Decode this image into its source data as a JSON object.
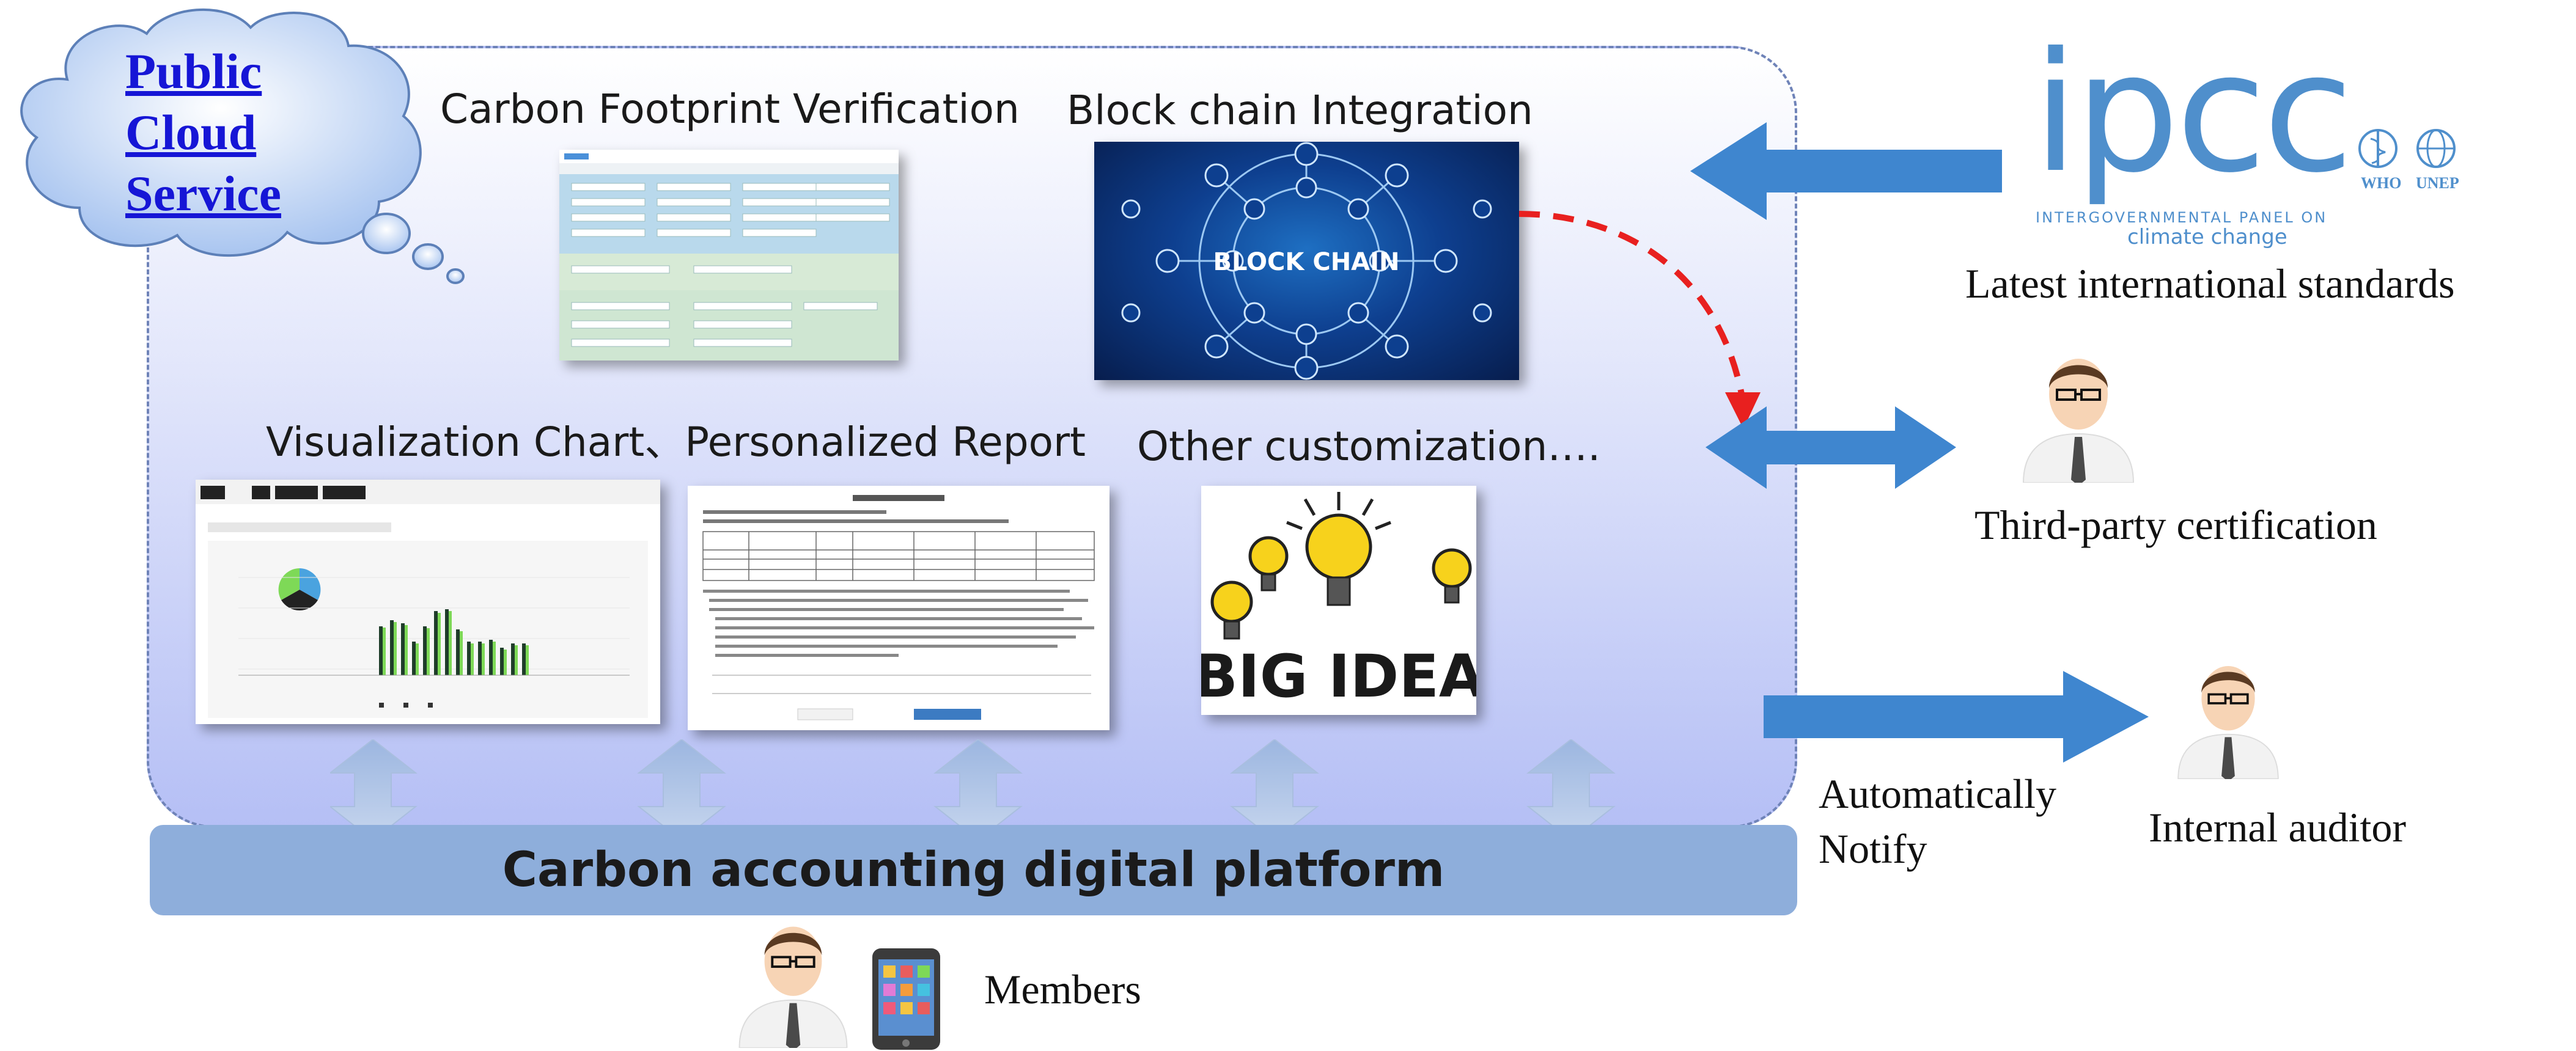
{
  "cloud": {
    "lines": [
      "Public",
      "Cloud",
      "Service"
    ]
  },
  "panel": {
    "carbon_footprint_label": "Carbon Footprint Verification",
    "blockchain_label": "Block chain Integration",
    "blockchain_image_text": "BLOCK CHAIN",
    "visualization_label": "Visualization Chart、Personalized Report",
    "other_label": "Other customization….",
    "idea_image_text": "BIG IDEA",
    "platform_label": "Carbon accounting digital platform"
  },
  "ipcc": {
    "logo_text": "ipcc",
    "subtitle_line1": "INTERGOVERNMENTAL PANEL ON",
    "subtitle_line2": "climate change",
    "who_label": "WHO",
    "unep_label": "UNEP",
    "caption": "Latest international standards"
  },
  "third_party": {
    "caption": "Third-party certification"
  },
  "internal_auditor": {
    "caption": "Internal auditor",
    "notify_line1": "Automatically",
    "notify_line2": "Notify"
  },
  "members": {
    "caption": "Members"
  },
  "colors": {
    "arrow_blue": "#3f86cf",
    "dashed_red": "#e8201f",
    "platform_bar": "#8eaedb",
    "link_blue": "#1616d6"
  }
}
